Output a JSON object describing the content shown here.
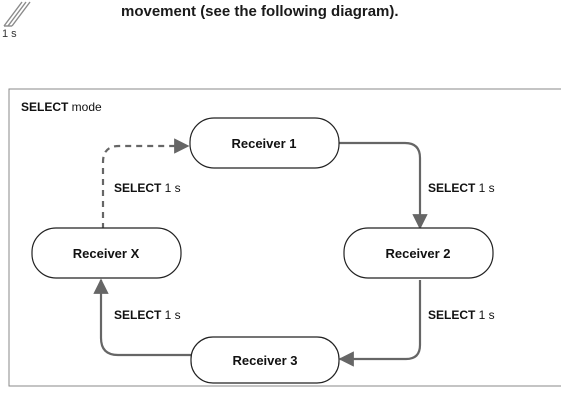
{
  "header": {
    "icon_name": "selection-pen-icon",
    "icon_caption": "1 s",
    "instruction_text": "movement (see the following diagram)."
  },
  "diagram": {
    "title_bold": "SELECT",
    "title_rest": " mode",
    "nodes": {
      "receiver_1": "Receiver 1",
      "receiver_2": "Receiver 2",
      "receiver_3": "Receiver 3",
      "receiver_x": "Receiver X"
    },
    "edge_labels": {
      "x_to_1": {
        "bold": "SELECT",
        "rest": " 1 s"
      },
      "r1_to_r2": {
        "bold": "SELECT",
        "rest": " 1 s"
      },
      "r2_to_r3": {
        "bold": "SELECT",
        "rest": " 1 s"
      },
      "r3_to_x": {
        "bold": "SELECT",
        "rest": " 1 s"
      }
    },
    "colors": {
      "arrow": "#666666",
      "frame": "#8a8a8a",
      "node_stroke": "#222222"
    }
  }
}
